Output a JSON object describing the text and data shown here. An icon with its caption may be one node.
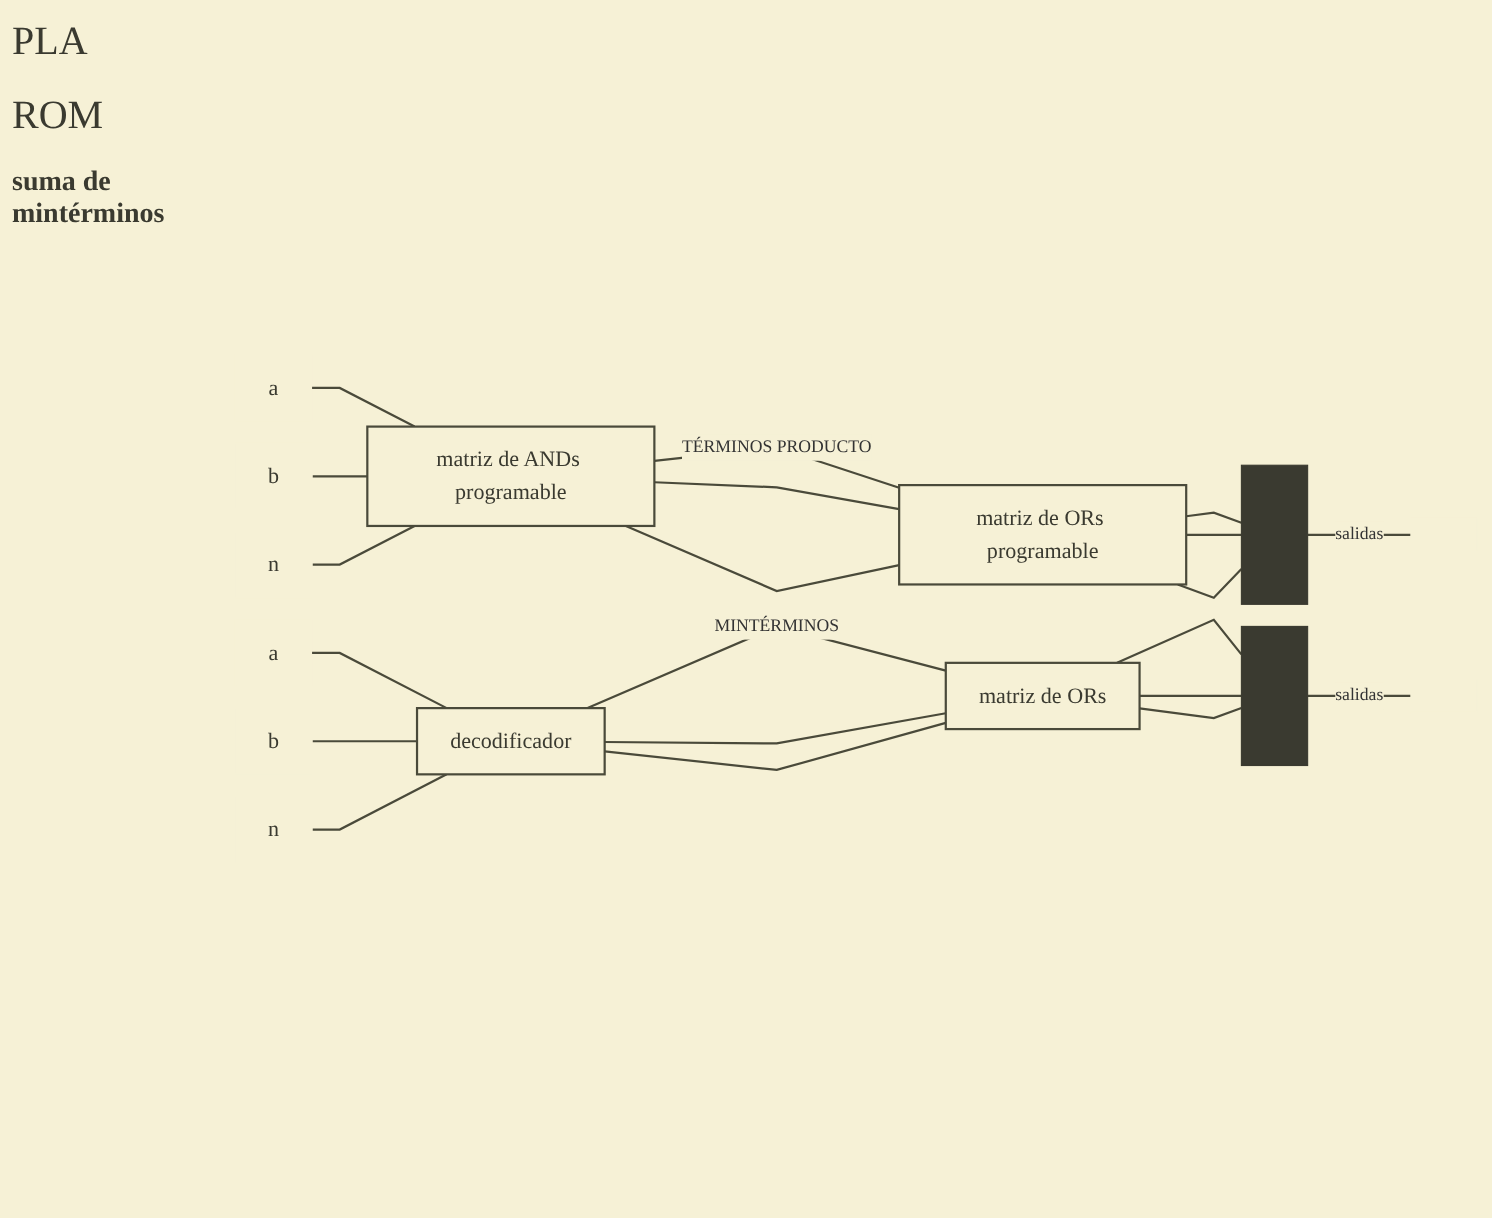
{
  "diagram": {
    "nodes": [
      {
        "text": [
          "a"
        ]
      },
      {
        "text": [
          "b"
        ]
      },
      {
        "text": [
          "n"
        ]
      },
      {
        "text": [
          "matriz de ANDs programable"
        ]
      },
      {
        "text": [
          "matriz de ORs programable"
        ]
      },
      {
        "text": [],
        "shape": "bar"
      },
      {
        "text": [
          "a"
        ]
      },
      {
        "text": [
          "b"
        ]
      },
      {
        "text": [
          "n"
        ]
      },
      {
        "text": [
          "decodificador"
        ]
      },
      {
        "text": [
          "matriz de ORs"
        ]
      },
      {
        "text": [],
        "shape": "bar"
      }
    ],
    "edges": [
      {
        "from": 0,
        "to": 3,
        "arrow": "none"
      },
      {
        "from": 1,
        "to": 3,
        "arrow": "none"
      },
      {
        "from": 2,
        "to": 3,
        "arrow": "none"
      },
      {
        "from": 3,
        "to": 4,
        "arrow": "none",
        "label": "TÉRMINOS PRODUCTO"
      },
      {
        "from": 3,
        "to": 4,
        "arrow": "none"
      },
      {
        "from": 3,
        "to": 4,
        "arrow": "none"
      },
      {
        "from": 4,
        "to": 5,
        "arrow": "none"
      },
      {
        "from": 4,
        "to": 5,
        "arrow": "none"
      },
      {
        "from": 4,
        "to": 5,
        "arrow": "none"
      },
      {
        "from": 5,
        "to": null,
        "arrow": "none",
        "label": "salidas"
      },
      {
        "from": 6,
        "to": 9,
        "arrow": "none"
      },
      {
        "from": 7,
        "to": 9,
        "arrow": "none"
      },
      {
        "from": 8,
        "to": 9,
        "arrow": "none"
      },
      {
        "from": 9,
        "to": 10,
        "arrow": "none",
        "label": "MINTÉRMINOS"
      },
      {
        "from": 9,
        "to": 10,
        "arrow": "none"
      },
      {
        "from": 9,
        "to": 10,
        "arrow": "none"
      },
      {
        "from": 10,
        "to": 11,
        "arrow": "none"
      },
      {
        "from": 10,
        "to": 11,
        "arrow": "none"
      },
      {
        "from": 10,
        "to": 11,
        "arrow": "none"
      },
      {
        "from": 11,
        "to": null,
        "arrow": "none",
        "label": "salidas"
      }
    ],
    "labels": [
      "PLA",
      "ROM",
      "suma de mintérminos"
    ]
  }
}
